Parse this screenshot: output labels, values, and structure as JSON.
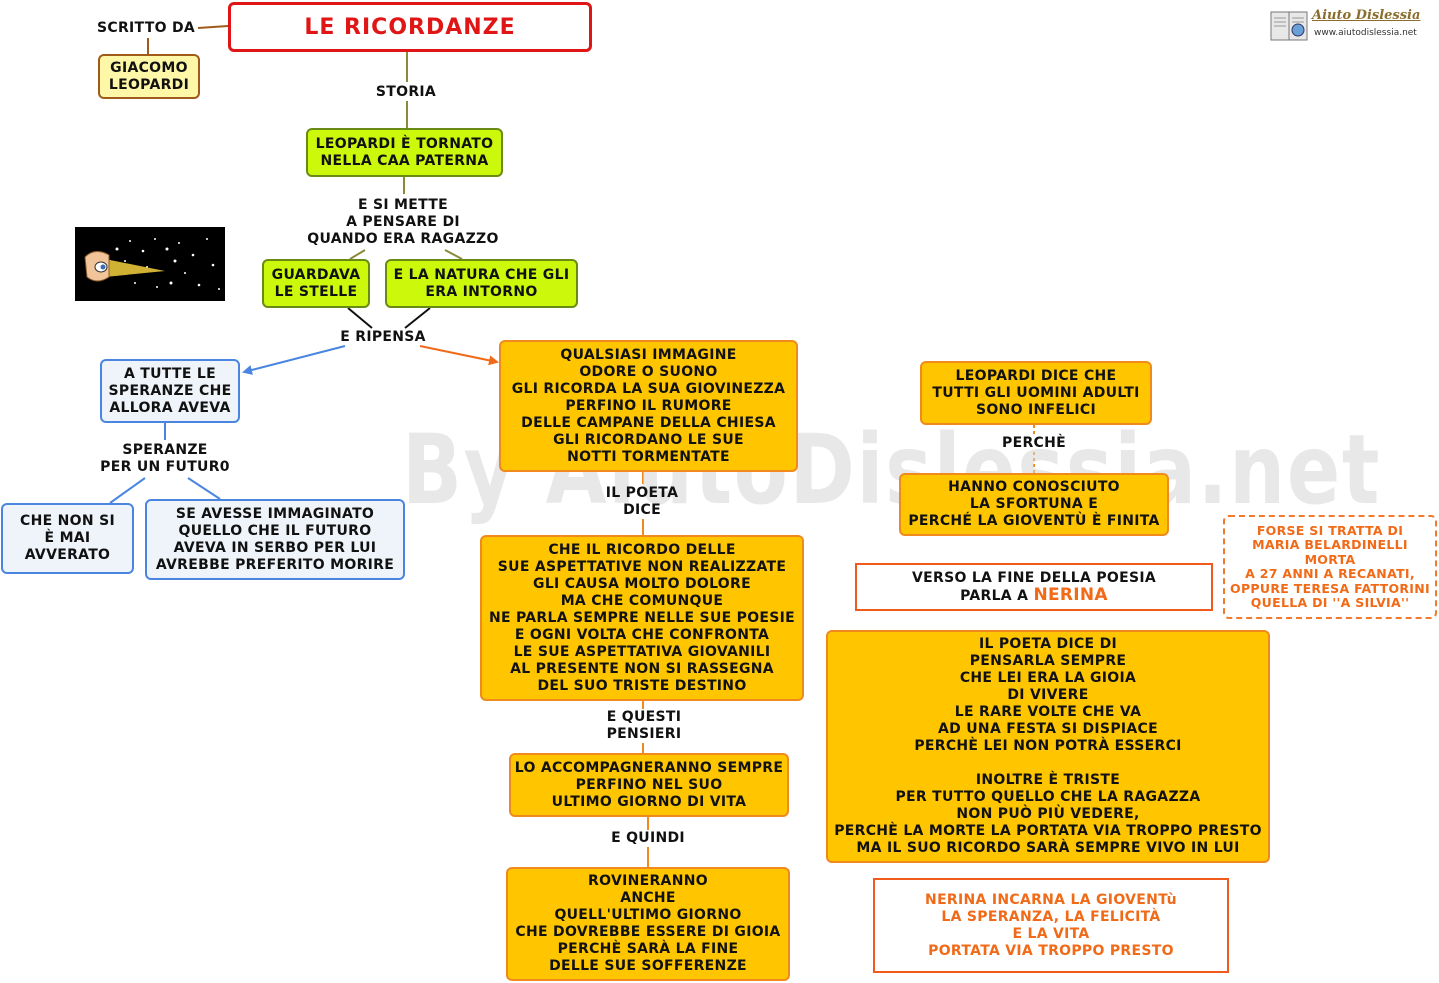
{
  "title": "LE RICORDANZE",
  "author_label": "SCRITTO DA",
  "author": "GIACOMO\nLEOPARDI",
  "storia_label": "STORIA",
  "node_returned": "LEOPARDI È TORNATO\nNELLA CAA PATERNA",
  "label_thinks": "E SI METTE\nA PENSARE DI\nQUANDO ERA RAGAZZO",
  "node_stars": "GUARDAVA\nLE STELLE",
  "node_nature": "E LA NATURA CHE GLI\nERA INTORNO",
  "label_ripensa": "E RIPENSA",
  "node_hopes": "A TUTTE LE\nSPERANZE CHE\nALLORA AVEVA",
  "label_future": "SPERANZE\nPER UN FUTUR0",
  "node_never": "CHE NON SI\nÈ MAI\nAVVERATO",
  "node_die": "SE AVESSE IMMAGINATO\nQUELLO CHE IL FUTURO\nAVEVA IN SERBO PER LUI\nAVREBBE PREFERITO MORIRE",
  "node_images": "QUALSIASI IMMAGINE\nODORE O SUONO\nGLI RICORDA LA SUA GIOVINEZZA\nPERFINO IL RUMORE\nDELLE CAMPANE DELLA CHIESA\nGLI RICORDANO LE SUE\nNOTTI TORMENTATE",
  "label_poet": "IL POETA\nDICE",
  "node_memory": "CHE IL RICORDO DELLE\nSUE ASPETTATIVE NON REALIZZATE\nGLI CAUSA MOLTO DOLORE\nMA CHE COMUNQUE\nNE PARLA SEMPRE NELLE SUE POESIE\nE OGNI VOLTA CHE CONFRONTA\nLE SUE ASPETTATIVA GIOVANILI\nAL PRESENTE NON SI RASSEGNA\nDEL SUO TRISTE DESTINO",
  "label_thoughts": "E QUESTI\nPENSIERI",
  "node_accompany": "LO ACCOMPAGNERANNO SEMPRE\nPERFINO NEL SUO\nULTIMO GIORNO DI VITA",
  "label_quindi": "E QUINDI",
  "node_ruin": "ROVINERANNO\nANCHE\nQUELL'ULTIMO GIORNO\nCHE DOVREBBE ESSERE DI GIOIA\nPERCHÈ SARÀ LA FINE\nDELLE SUE SOFFERENZE",
  "node_unhappy": "LEOPARDI DICE CHE\nTUTTI GLI UOMINI ADULTI\nSONO INFELICI",
  "label_perche": "PERCHÈ",
  "node_misfortune": "HANNO CONOSCIUTO\nLA SFORTUNA E\nPERCHÉ LA GIOVENTÙ È FINITA",
  "node_nerina_line1": "VERSO LA FINE DELLA POESIA",
  "node_nerina_prefix": "PARLA A",
  "node_nerina_name": "NERINA",
  "note_silvia": "FORSE SI TRATTA DI\nMARIA BELARDINELLI\nMORTA\nA 27 ANNI A RECANATI,\nOPPURE TERESA FATTORINI\nQUELLA DI ''A SILVIA''",
  "node_think_her": "IL POETA DICE DI\nPENSARLA SEMPRE\nCHE LEI ERA LA GIOIA\nDI VIVERE\nLE RARE VOLTE CHE VA\nAD UNA FESTA SI DISPIACE\nPERCHÈ  LEI NON POTRÀ ESSERCI\n\nINOLTRE  È TRISTE\nPER TUTTO QUELLO CHE LA RAGAZZA\nNON PUÒ PIÙ VEDERE,\nPERCHÈ LA MORTE LA PORTATA VIA TROPPO PRESTO\nMA IL SUO RICORDO SARÀ SEMPRE VIVO IN LUI",
  "node_youth": "NERINA INCARNA LA GIOVENTù\nLA SPERANZA, LA FELICITÀ\nE LA VITA\nPORTATA VIA TROPPO PRESTO",
  "watermark": "By AiutoDislessia.net",
  "logo": {
    "name": "Aiuto Dislessia",
    "url": "www.aiutodislessia.net"
  },
  "colors": {
    "title_red": "#e01515",
    "green": "#ccf80c",
    "orange": "#ffc600",
    "blue_border": "#4a86e0",
    "accent_orange": "#f06a18"
  }
}
